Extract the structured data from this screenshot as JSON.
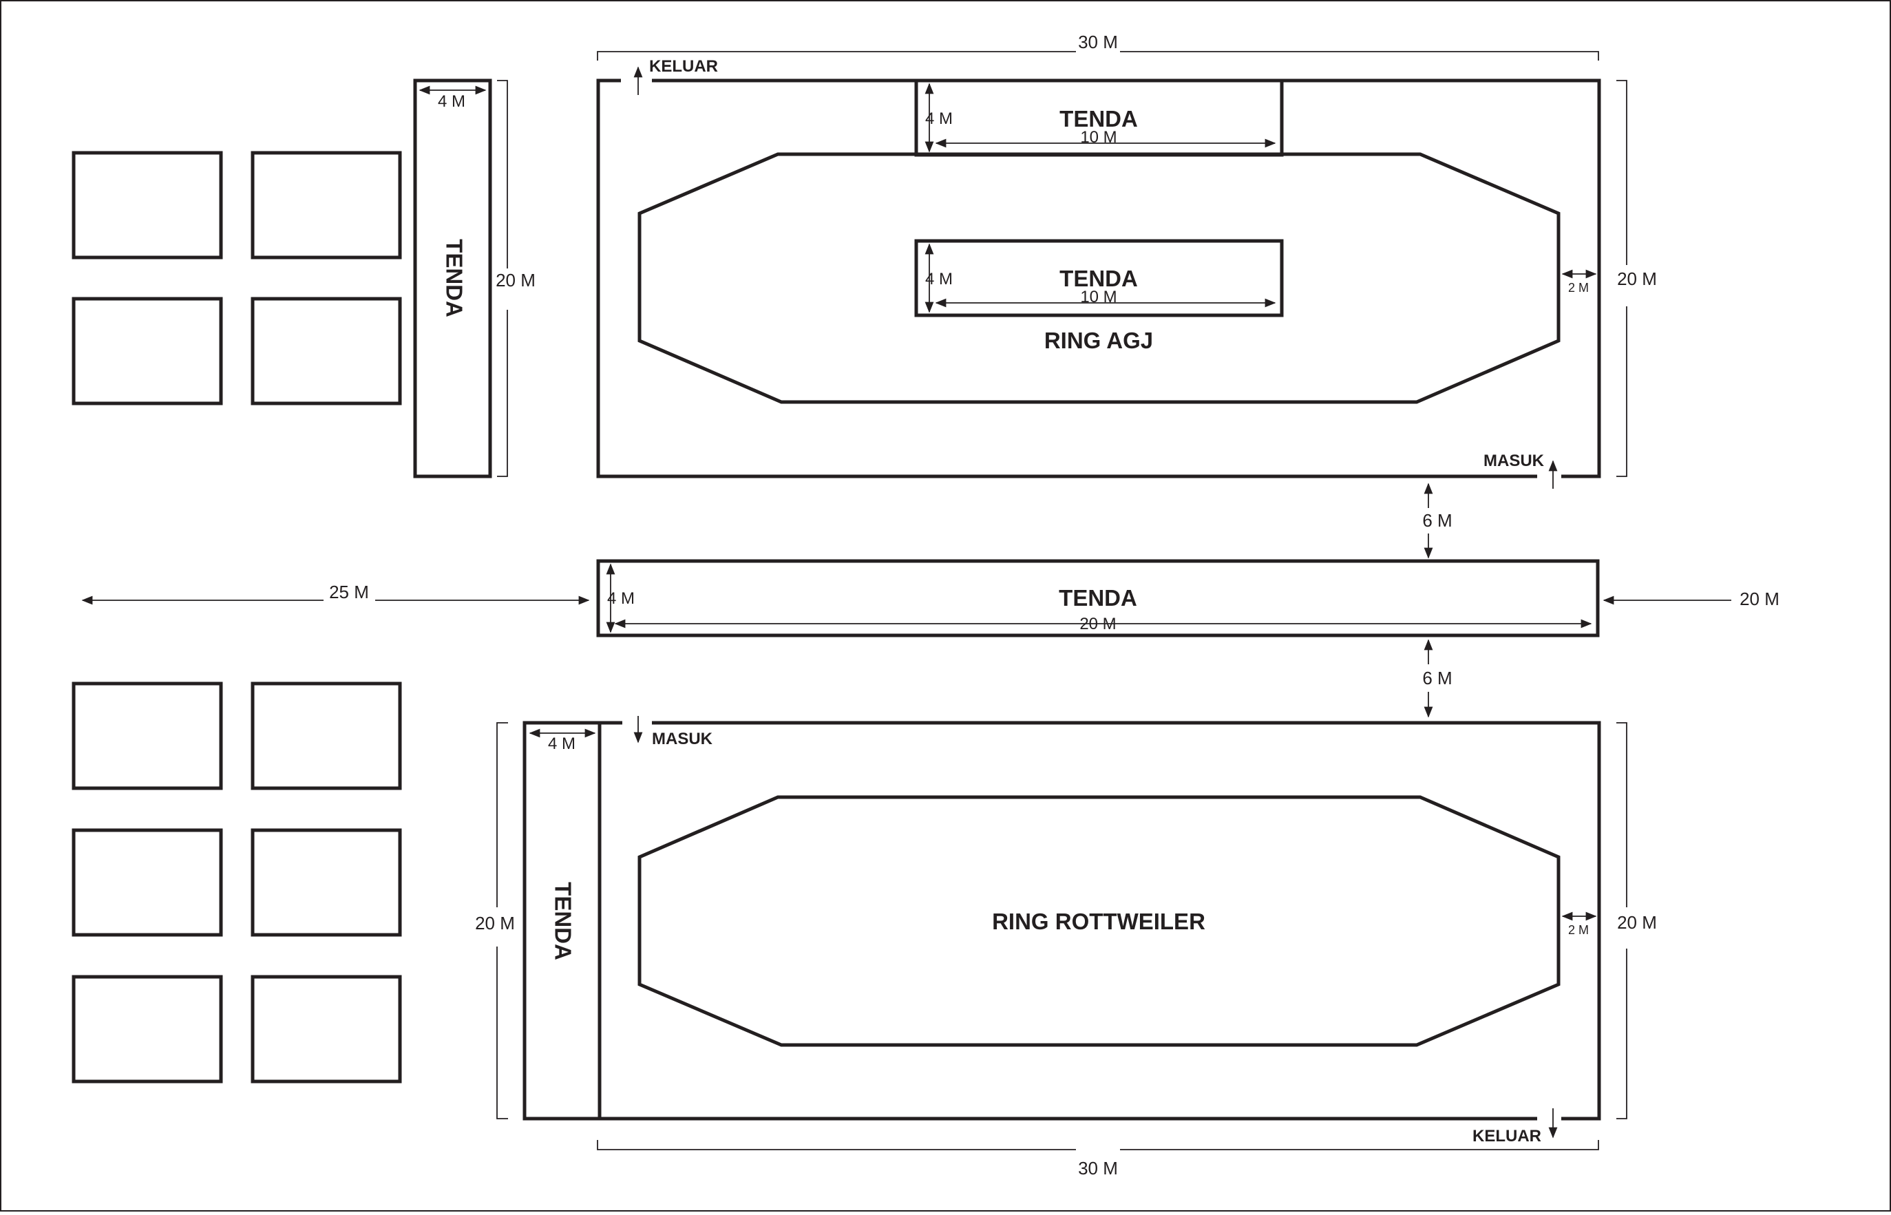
{
  "colors": {
    "line": "#231f20",
    "background": "#ffffff"
  },
  "ring_agj": {
    "name": "RING AGJ",
    "width_label": "30 M",
    "height_label": "20 M",
    "exit_label": "KELUAR",
    "entry_label": "MASUK",
    "gap_label": "2 M",
    "tent_top": {
      "label": "TENDA",
      "depth": "4 M",
      "length": "10 M"
    },
    "tent_inner": {
      "label": "TENDA",
      "depth": "4 M",
      "length": "10 M"
    }
  },
  "side_tent": {
    "label": "TENDA",
    "width_label": "4 M",
    "height_label": "20 M"
  },
  "middle_tent": {
    "label": "TENDA",
    "depth": "4 M",
    "length": "20 M",
    "gap_top": "6 M",
    "gap_bottom": "6 M",
    "left_distance": "25 M",
    "right_distance": "20 M"
  },
  "ring_rottweiler": {
    "name": "RING ROTTWEILER",
    "width_label": "30 M",
    "height_label": "20 M",
    "left_height_label": "20 M",
    "entry_label": "MASUK",
    "exit_label": "KELUAR",
    "gap_label": "2 M",
    "tent": {
      "label": "TENDA",
      "width_label": "4 M"
    }
  }
}
